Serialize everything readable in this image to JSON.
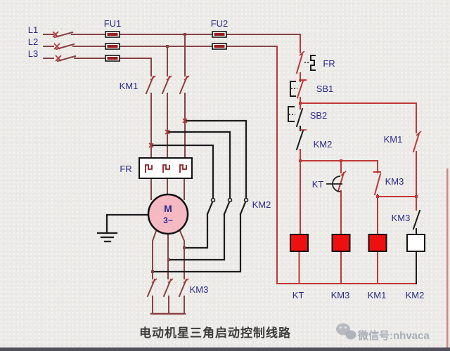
{
  "title": "电动机星三角启动控制线路",
  "watermark": {
    "icon": "wechat-icon",
    "text": "微信号:nhvaca"
  },
  "colors": {
    "background": "#ebeae7",
    "main_wire": "#8a4242",
    "control_wire": "#c23636",
    "black_wire": "#1c1c1c",
    "coil_on": "#ee1010",
    "coil_off": "#ffffff",
    "motor_fill": "#f5b9c4",
    "label": "#2b2b8a",
    "title_color": "#3c3c3c",
    "watermark_color": "#a9adb6",
    "border_red": "#d08585",
    "border_bottom": "#50505a",
    "fuse_fill": "#9c1f1f"
  },
  "labels": {
    "phases": [
      "L1",
      "L2",
      "L3"
    ],
    "fu1": "FU1",
    "fu2": "FU2",
    "km1_main": "KM1",
    "fr_main": "FR",
    "km2_main": "KM2",
    "km3_main": "KM3"
  },
  "motor": {
    "letter": "M",
    "phase": "3~"
  },
  "control": {
    "fr": "FR",
    "sb1": "SB1",
    "sb2": "SB2",
    "km2_nc": "KM2",
    "km1_aux": "KM1",
    "kt": "KT",
    "km3_nc": "KM3",
    "km3_no": "KM3"
  },
  "coil_labels": [
    "KT",
    "KM3",
    "KM1",
    "KM2"
  ]
}
